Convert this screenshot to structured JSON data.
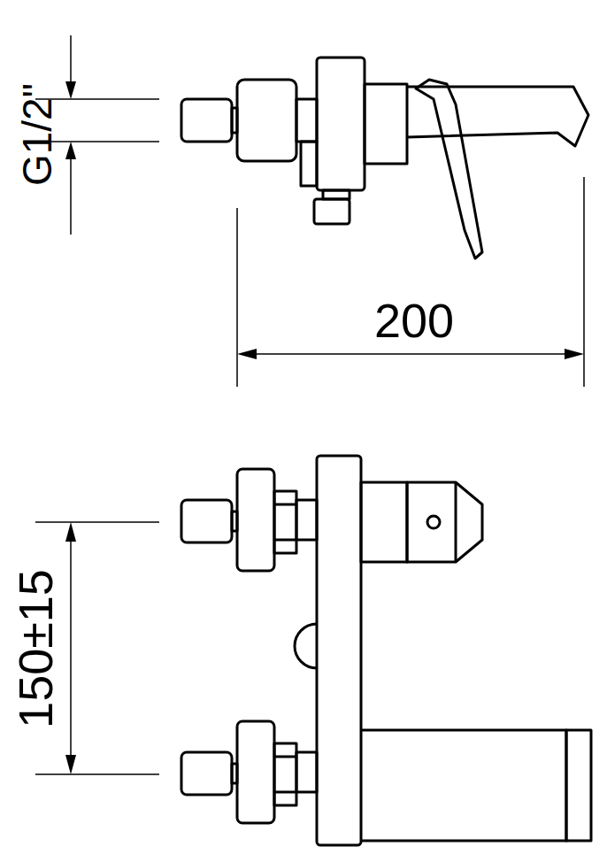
{
  "diagram": {
    "labels": [
      "G1/2\"",
      "200",
      "150±15"
    ]
  }
}
